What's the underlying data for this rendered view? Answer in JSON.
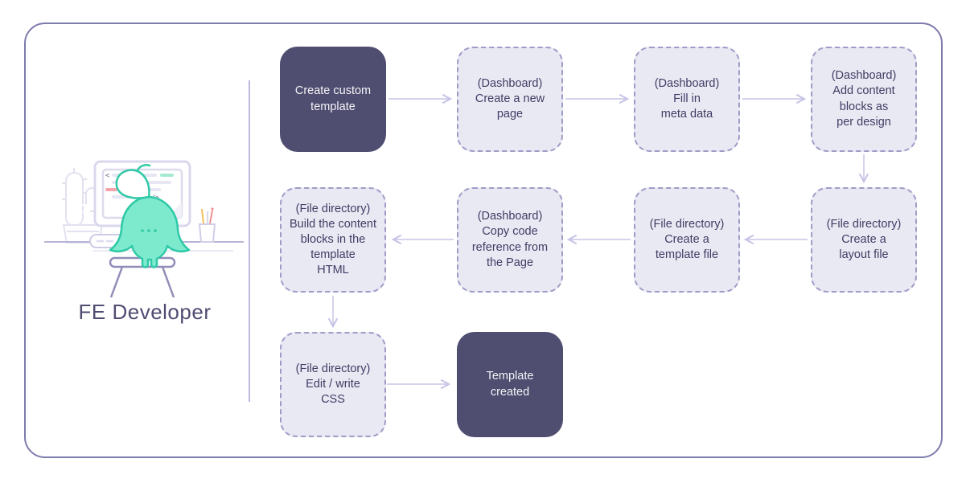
{
  "actor": {
    "label": "FE Developer",
    "illustration": "developer-mascot-at-desk"
  },
  "flow": {
    "nodes": [
      {
        "id": "create-custom-template",
        "label": "Create custom\ntemplate",
        "style": "solid"
      },
      {
        "id": "create-new-page",
        "label": "(Dashboard)\nCreate a new\npage",
        "style": "dashed"
      },
      {
        "id": "fill-in-meta-data",
        "label": "(Dashboard)\nFill in\nmeta data",
        "style": "dashed"
      },
      {
        "id": "add-content-blocks",
        "label": "(Dashboard)\nAdd content\nblocks as\nper design",
        "style": "dashed"
      },
      {
        "id": "create-layout-file",
        "label": "(File directory)\nCreate a\nlayout file",
        "style": "dashed"
      },
      {
        "id": "create-template-file",
        "label": "(File directory)\nCreate a\ntemplate file",
        "style": "dashed"
      },
      {
        "id": "copy-code-reference",
        "label": "(Dashboard)\nCopy code\nreference from\nthe Page",
        "style": "dashed"
      },
      {
        "id": "build-content-blocks-html",
        "label": "(File directory)\nBuild the content\nblocks in the\ntemplate\nHTML",
        "style": "dashed"
      },
      {
        "id": "edit-write-css",
        "label": "(File directory)\nEdit / write\nCSS",
        "style": "dashed"
      },
      {
        "id": "template-created",
        "label": "Template\ncreated",
        "style": "solid"
      }
    ]
  },
  "colors": {
    "outer_border": "#7e7bad",
    "divider": "#bbb9de",
    "arrow": "#c6c4e6",
    "node_solid_bg": "#4f4d70",
    "node_solid_text": "#f4f4f8",
    "node_dashed_bg": "#e9e9f4",
    "node_dashed_border": "#9e9bc7",
    "node_dashed_text": "#3f3d63",
    "actor_text": "#4f4c72",
    "mascot_fill": "#7deace",
    "mascot_stroke": "#2fc9a7",
    "code_line_gray": "#e7e6f3",
    "code_line_green": "#a6ebd1",
    "code_line_red": "#f5a3ad"
  }
}
